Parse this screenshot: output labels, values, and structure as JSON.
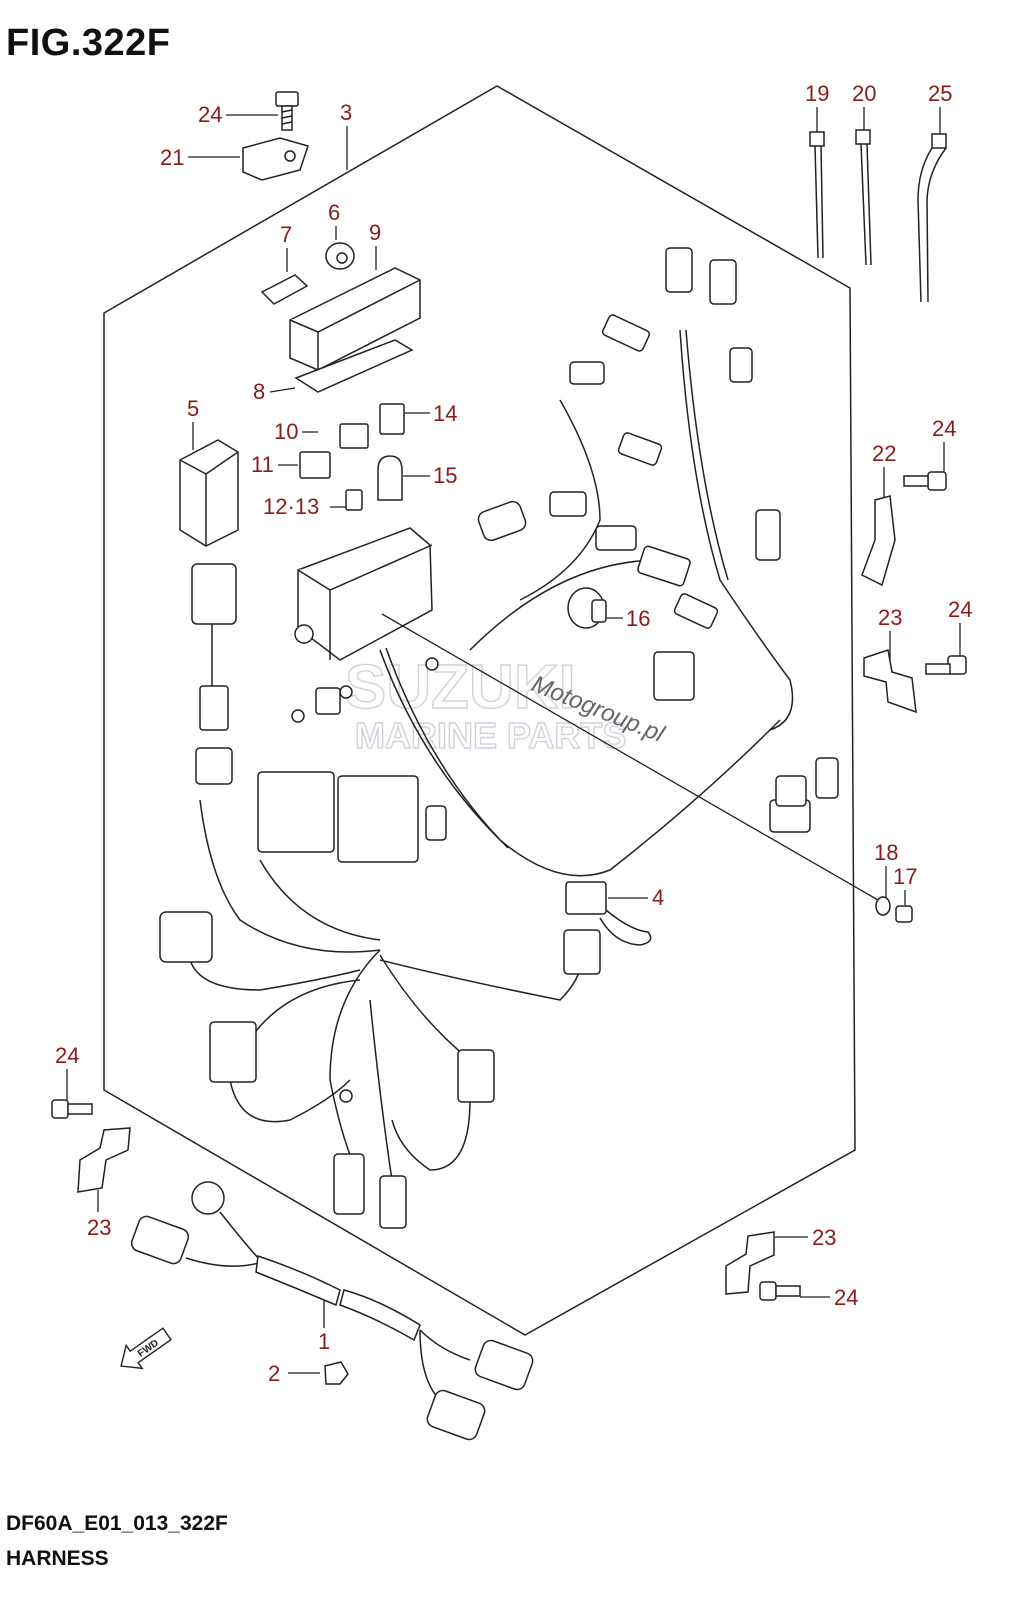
{
  "figure": {
    "title": "FIG.322F",
    "drawing_code": "DF60A_E01_013_322F",
    "drawing_name": "HARNESS"
  },
  "callouts": [
    "24",
    "21",
    "3",
    "6",
    "7",
    "9",
    "8",
    "5",
    "10",
    "14",
    "11",
    "15",
    "12·13",
    "19",
    "20",
    "25",
    "22",
    "24",
    "23",
    "24",
    "16",
    "4",
    "18",
    "17",
    "24",
    "23",
    "23",
    "24",
    "1",
    "2"
  ],
  "fwd_label": "FWD",
  "watermark": {
    "brand": "SUZUKI",
    "sub": "MARINE PARTS",
    "script": "Motogroup.pl"
  },
  "colors": {
    "callout": "#8b1a1a",
    "line": "#222222"
  }
}
